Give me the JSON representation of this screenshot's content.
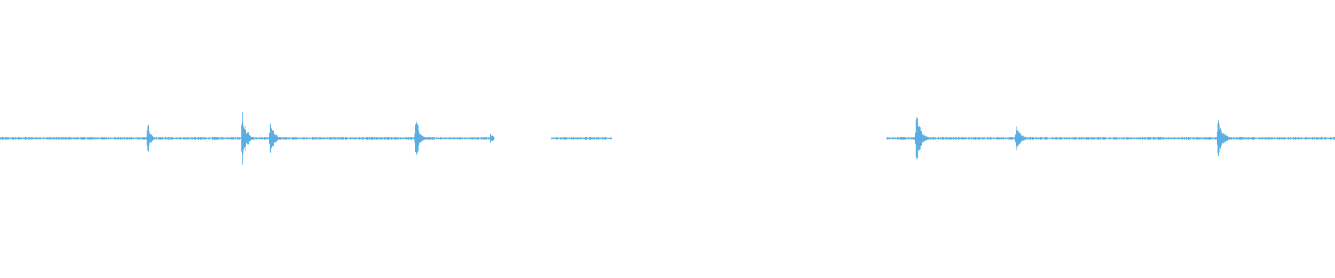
{
  "waveform": {
    "color": "#5aaee3",
    "background": "#ffffff",
    "segments": [
      {
        "start": 0.0,
        "end": 0.37
      },
      {
        "start": 0.413,
        "end": 0.458
      },
      {
        "start": 0.664,
        "end": 1.0
      }
    ],
    "peaks": [
      {
        "position": 0.11,
        "amplitude": 0.22,
        "width": 0.002
      },
      {
        "position": 0.181,
        "amplitude": 0.36,
        "width": 0.0025
      },
      {
        "position": 0.185,
        "amplitude": 0.12,
        "width": 0.002
      },
      {
        "position": 0.202,
        "amplitude": 0.2,
        "width": 0.003
      },
      {
        "position": 0.311,
        "amplitude": 0.3,
        "width": 0.0025
      },
      {
        "position": 0.367,
        "amplitude": 0.08,
        "width": 0.002
      },
      {
        "position": 0.686,
        "amplitude": 0.32,
        "width": 0.003
      },
      {
        "position": 0.761,
        "amplitude": 0.16,
        "width": 0.003
      },
      {
        "position": 0.912,
        "amplitude": 0.22,
        "width": 0.0035
      }
    ],
    "baseline_noise": 0.015
  }
}
